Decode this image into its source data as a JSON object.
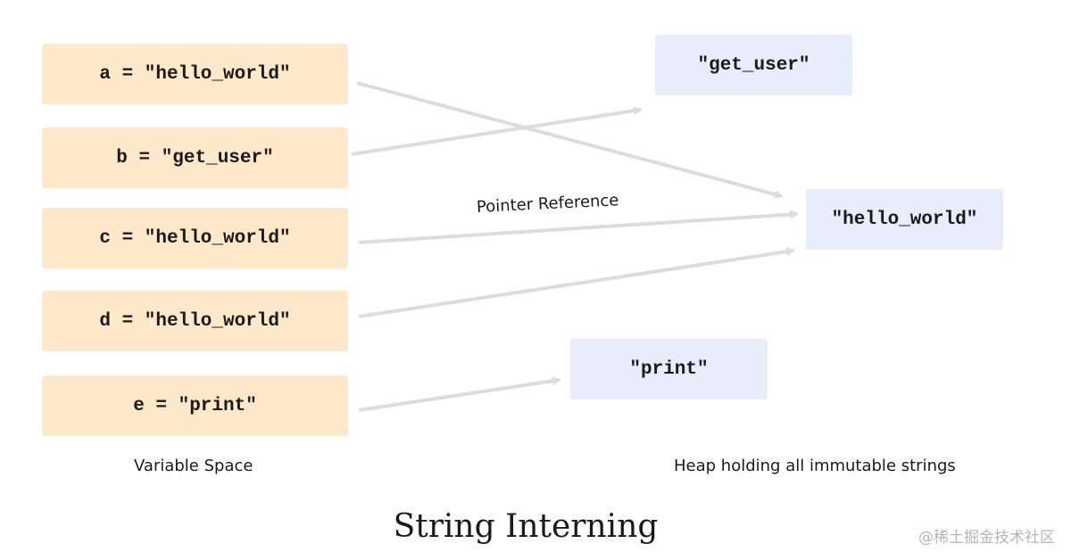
{
  "variables": [
    {
      "label": "a = \"hello_world\""
    },
    {
      "label": "b = \"get_user\""
    },
    {
      "label": "c = \"hello_world\""
    },
    {
      "label": "d = \"hello_world\""
    },
    {
      "label": "e = \"print\""
    }
  ],
  "heap": {
    "get_user": "\"get_user\"",
    "hello_world": "\"hello_world\"",
    "print": "\"print\""
  },
  "links": [
    {
      "from": "a",
      "to": "hello_world"
    },
    {
      "from": "b",
      "to": "get_user"
    },
    {
      "from": "c",
      "to": "hello_world"
    },
    {
      "from": "d",
      "to": "hello_world"
    },
    {
      "from": "e",
      "to": "print"
    }
  ],
  "pointer_label": "Pointer Reference",
  "captions": {
    "variable_space": "Variable Space",
    "heap": "Heap holding all immutable strings"
  },
  "title": "String Interning",
  "watermark": "@稀土掘金技术社区",
  "colors": {
    "variable_box": "#fde9c9",
    "heap_box": "#e7edfb",
    "arrow": "#dcdcdc"
  }
}
